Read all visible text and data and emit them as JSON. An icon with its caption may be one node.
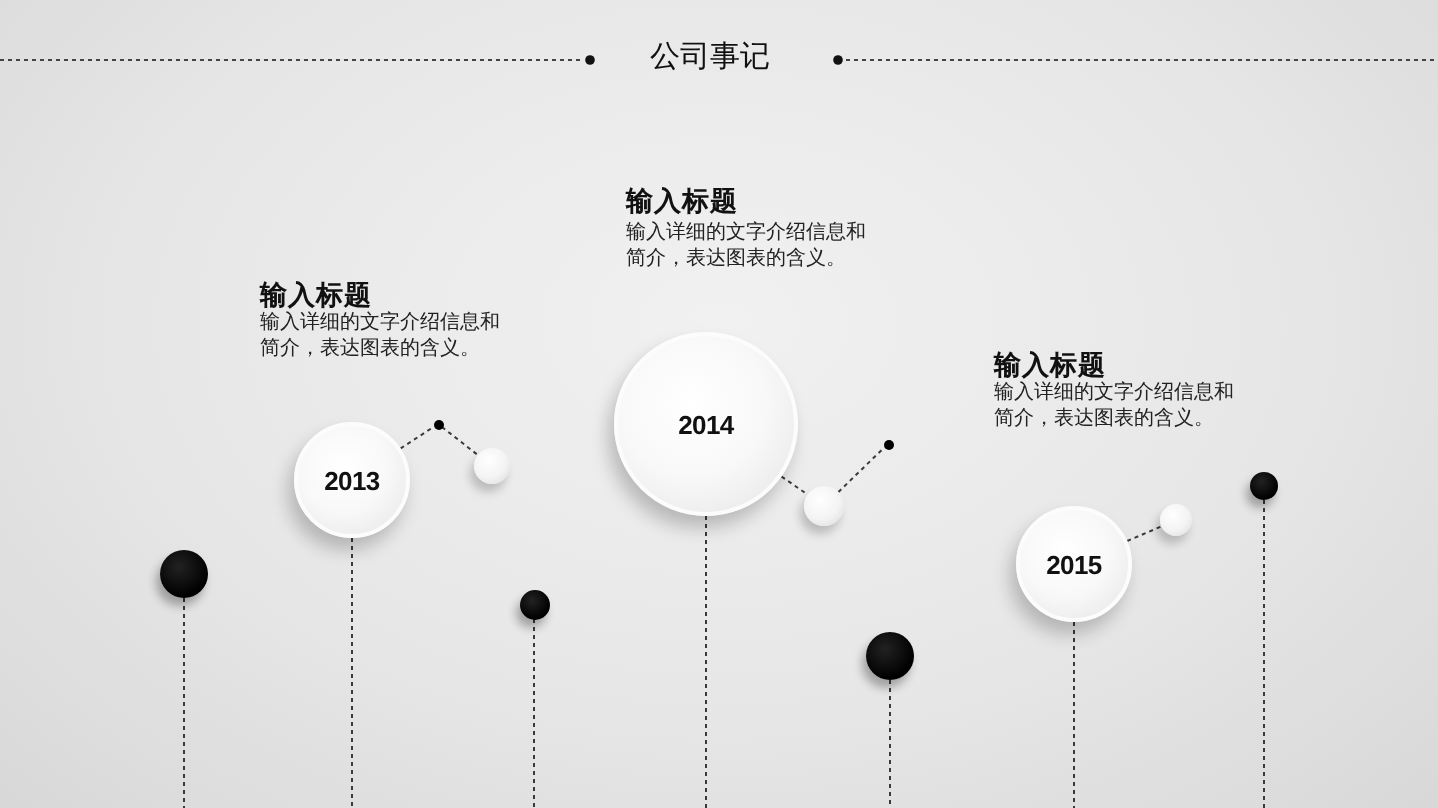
{
  "diagram": {
    "title": "公司事记",
    "nodes": [
      {
        "text": [],
        "shape": "circle"
      },
      {
        "text": [
          "2013"
        ],
        "beside": [
          "输入标题",
          "输入详细的文字介绍信息和简介，表达图表的含义。"
        ]
      },
      {
        "text": [],
        "shape": "circle"
      },
      {
        "text": [],
        "shape": "circle"
      },
      {
        "text": [],
        "shape": "circle"
      },
      {
        "text": [
          "2014"
        ],
        "beside": [
          "输入标题",
          "输入详细的文字介绍信息和简介，表达图表的含义。"
        ]
      },
      {
        "text": [],
        "shape": "circle"
      },
      {
        "text": [],
        "shape": "circle"
      },
      {
        "text": [],
        "shape": "circle"
      },
      {
        "text": [
          "2015"
        ],
        "beside": [
          "输入标题",
          "输入详细的文字介绍信息和简介，表达图表的含义。"
        ]
      },
      {
        "text": [],
        "shape": "circle"
      },
      {
        "text": [],
        "shape": "circle"
      }
    ],
    "edges": [
      {
        "from": 1,
        "to": 2,
        "arrow": "none",
        "style": "dashed"
      },
      {
        "from": 2,
        "to": 3,
        "arrow": "none",
        "style": "dashed"
      },
      {
        "from": 5,
        "to": 6,
        "arrow": "none",
        "style": "dashed"
      },
      {
        "from": 6,
        "to": 7,
        "arrow": "none",
        "style": "dashed"
      },
      {
        "from": 9,
        "to": 10,
        "arrow": "none",
        "style": "dashed"
      },
      {
        "from": 0,
        "to": null,
        "arrow": "none",
        "style": "dashed"
      },
      {
        "from": 1,
        "to": null,
        "arrow": "none",
        "style": "dashed"
      },
      {
        "from": 4,
        "to": null,
        "arrow": "none",
        "style": "dashed"
      },
      {
        "from": 5,
        "to": null,
        "arrow": "none",
        "style": "dashed"
      },
      {
        "from": 8,
        "to": null,
        "arrow": "none",
        "style": "dashed"
      },
      {
        "from": 9,
        "to": null,
        "arrow": "none",
        "style": "dashed"
      },
      {
        "from": 11,
        "to": null,
        "arrow": "none",
        "style": "dashed"
      }
    ]
  }
}
